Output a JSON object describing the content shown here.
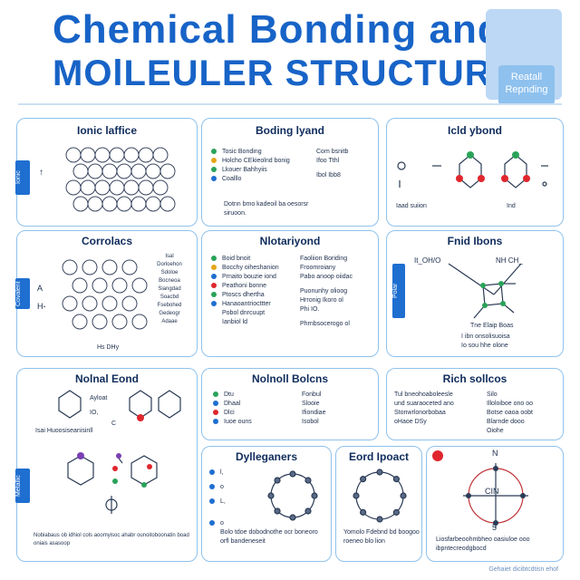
{
  "title": {
    "line1": "Chemical Bonding and",
    "line2": "MOlLEULER STRUCTUR"
  },
  "corner_tag": {
    "label": "Reatall Repnding"
  },
  "colors": {
    "accent": "#1763c7",
    "panel_border": "#8fc2ec",
    "atom_red": "#e0262d",
    "atom_green": "#2aa35a",
    "atom_purple": "#7a3fb3"
  },
  "panels": {
    "ionic_lattice": {
      "title": "Ionic laffice",
      "side": "Ionic"
    },
    "bonding_types": {
      "title": "Boding lyand",
      "items": [
        "Tosic Bonding",
        "Holcho CEkieolnd bonig",
        "Lkouer Bahhyiis",
        "Coalllo"
      ],
      "right_items": [
        "Com bsnitb",
        "Ifoo Tthl",
        "Ibol Ibb8"
      ],
      "note": "Dotnn bmo kadeoil ba oesorsr siruoon."
    },
    "hydrogen_bond": {
      "title": "Icld ybond",
      "left_label": "Iaad suiion",
      "right_label": "Ind"
    },
    "covalent": {
      "title": "Corrolacs",
      "side": "Covalent",
      "labels": [
        "Isal",
        "Dorloehon",
        "Sdoloe",
        "Bocneoa",
        "Siangdad",
        "Soacbd",
        "Fsebohed",
        "Gedeogr",
        "Adaae"
      ],
      "axis_a": "A",
      "axis_h": "H-",
      "caption": "Hs DHy"
    },
    "molecular_bond": {
      "title": "Nlotariyond",
      "items": [
        "Boid bnoit",
        "Bocchy oiheshanion",
        "Prnaito bouzie iond",
        "Peathoni bonne",
        "Ptoscs dhertha",
        "Hanaoantriocttter",
        "Pobol dnrcuupt"
      ],
      "note": "Ianbiol ld",
      "right_items": [
        "Faoliion Boriding",
        "Froomroiany",
        "Pabo anoop oiidac",
        "Puonunhy olioog",
        "Hrronig Ikoro ol",
        "Phi IO.",
        "Phrnbsocerogo ol"
      ]
    },
    "polar_bonds": {
      "title": "Fnid Ibons",
      "side": "Polar",
      "formula_left": "It_OH/O",
      "formula_right": "NH CH_",
      "caption": "Tne Elaip Boas",
      "notes": [
        "I ibn onsolisuoisa",
        "Io sou hhe olone"
      ]
    },
    "metallic_bond": {
      "title": "Nolnal Eond",
      "labels": [
        "Ayloat",
        "IO,",
        "C"
      ],
      "note": "Isai Huoosiseanisinll",
      "side": "Metallic",
      "bottom_note": "Nobiabaus ob idhiol cols aoomyisoc ahabr ounoitoboonatin boad oniais asasoop"
    },
    "metallic_bases": {
      "title": "Nolnoll Bolcns",
      "items": [
        "Dtu",
        "Dhaal",
        "Dlci",
        "Iuoe ouns"
      ],
      "right_items": [
        "Fonbul",
        "Slooie",
        "Ifiondiae",
        "Isobol"
      ]
    },
    "reaction_solids": {
      "title": "Rich sollcos",
      "left": [
        "Tul bneohoaboleesle",
        "und suaraoceted ano",
        "Stonwrlonorbobaa",
        "oHaoe DSy"
      ],
      "right": [
        "Silo",
        "Illoloiboe ono oo",
        "Botse oaoa oobt",
        "Blarnde dooo",
        "Oiohe"
      ]
    },
    "dielectric": {
      "title": "Dylleganers",
      "labels": [
        "l,",
        "o",
        "L,",
        "o"
      ],
      "note": "Bolo tdoe dobodnothe ocr boneoro orfl bandeneseit"
    },
    "bond_impact": {
      "title": "Eord Ipoact",
      "note": "Yomolo Fdebnd bd boogoo roeneo blo lion"
    },
    "bond_clock": {
      "title": "",
      "top_label": "N",
      "bottom_label": "5",
      "center_label": "CIN",
      "note": "Liosfarbeoohmbheo oasiuloe ooo ibpntecreodgbocd"
    }
  },
  "footer": "Gehaiet dicibtcdtisn ehof"
}
